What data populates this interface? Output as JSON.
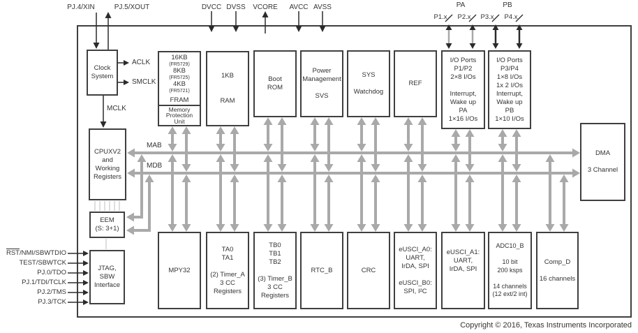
{
  "pins_top": {
    "xin": "PJ.4/XIN",
    "xout": "PJ.5/XOUT",
    "dvcc": "DVCC",
    "dvss": "DVSS",
    "vcore": "VCORE",
    "avcc": "AVCC",
    "avss": "AVSS",
    "pa": "PA",
    "pb": "PB",
    "p1": "P1.x",
    "p2": "P2.x",
    "p3": "P3.x",
    "p4": "P4.x"
  },
  "clock": {
    "label": "Clock\nSystem",
    "aclk": "ACLK",
    "smclk": "SMCLK",
    "mclk": "MCLK"
  },
  "cpu": {
    "label": "CPUXV2\nand\nWorking\nRegisters"
  },
  "eem": {
    "label": "EEM\n(S: 3+1)"
  },
  "jtag": {
    "label": "JTAG,\nSBW\nInterface",
    "rst": "RST",
    "rst_rest": "/NMI/SBWTDIO",
    "pins": [
      "TEST/SBWTCK",
      "PJ.0/TDO",
      "PJ.1/TDI/TCLK",
      "PJ.2/TMS",
      "PJ.3/TCK"
    ]
  },
  "buses": {
    "mab": "MAB",
    "mdb": "MDB"
  },
  "blocks": {
    "fram": {
      "k1": "16KB",
      "p1": "(FR5729)",
      "k2": "8KB",
      "p2": "(FR5725)",
      "k3": "4KB",
      "p3": "(FR5721)",
      "name": "FRAM",
      "mpu": "Memory\nProtection\nUnit"
    },
    "ram": "1KB\n\n\nRAM",
    "bootrom": "Boot\nROM",
    "pmm": "Power\nManagement\n\nSVS",
    "sys": "SYS\n\nWatchdog",
    "ref": "REF",
    "io12": "I/O Ports\nP1/P2\n2×8 I/Os\n\nInterrupt,\nWake up\nPA\n1×16 I/Os",
    "io34": "I/O Ports\nP3/P4\n1×8 I/Os\n1x 2 I/Os\nInterrupt,\nWake up\nPB\n1×10 I/Os",
    "dma": "DMA\n\n3 Channel",
    "mpy": "MPY32",
    "timer_a": "TA0\nTA1\n\n(2) Timer_A\n3 CC\nRegisters",
    "timer_b": "TB0\nTB1\nTB2\n\n(3) Timer_B\n3 CC\nRegisters",
    "rtc": "RTC_B",
    "crc": "CRC",
    "usci0": "eUSCI_A0:\nUART,\nIrDA, SPI\n\neUSCI_B0:\nSPI, I²C",
    "usci1": "eUSCI_A1:\nUART,\nIrDA, SPI",
    "adc": "ADC10_B\n\n10 bit\n200 ksps\n\n14 channels\n(12 ext/2 int)",
    "comp": "Comp_D\n\n16 channels"
  },
  "colors": {
    "bus_gray": "#a9a9a9",
    "line_black": "#2b2b2b",
    "border": "#3f3f3f"
  },
  "copyright": "Copyright © 2016, Texas Instruments Incorporated"
}
